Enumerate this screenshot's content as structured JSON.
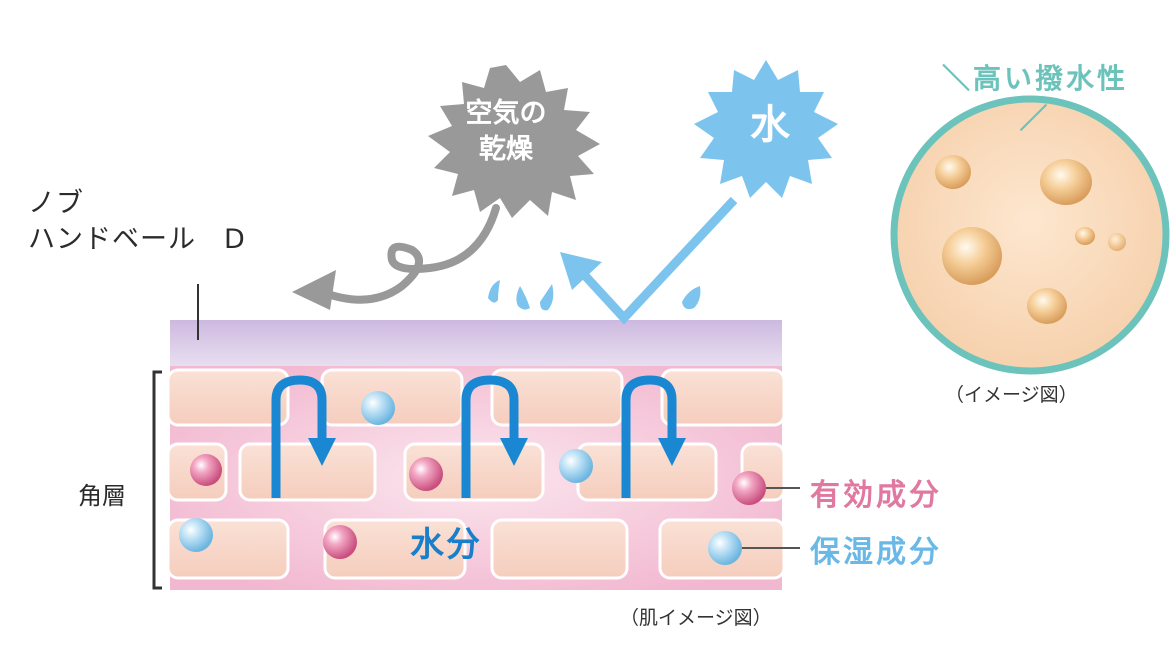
{
  "brand": {
    "line1": "ノブ",
    "line2": "ハンドベール　D"
  },
  "dry_burst": {
    "line1": "空気の",
    "line2": "乾燥"
  },
  "water_burst": {
    "label": "水"
  },
  "repellent_title": "＼高い撥水性／",
  "repellent_caption": "（イメージ図）",
  "layer_label": "角層",
  "water_label": "水分",
  "legend": {
    "active_ingredient": "有効成分",
    "moisturizing_ingredient": "保湿成分"
  },
  "skin_caption": "（肌イメージ図）",
  "colors": {
    "dry_arrow": "#999999",
    "water_arrow": "#7cc4ee",
    "moisture_arrow": "#1a87d2",
    "membrane": "#d8c9e6",
    "cell": "#f7d3c4",
    "skin_bg": "#f4bcd2",
    "active": "#e0789f",
    "moist": "#6ab8e6",
    "repellent_ring": "#6cc3bb"
  }
}
